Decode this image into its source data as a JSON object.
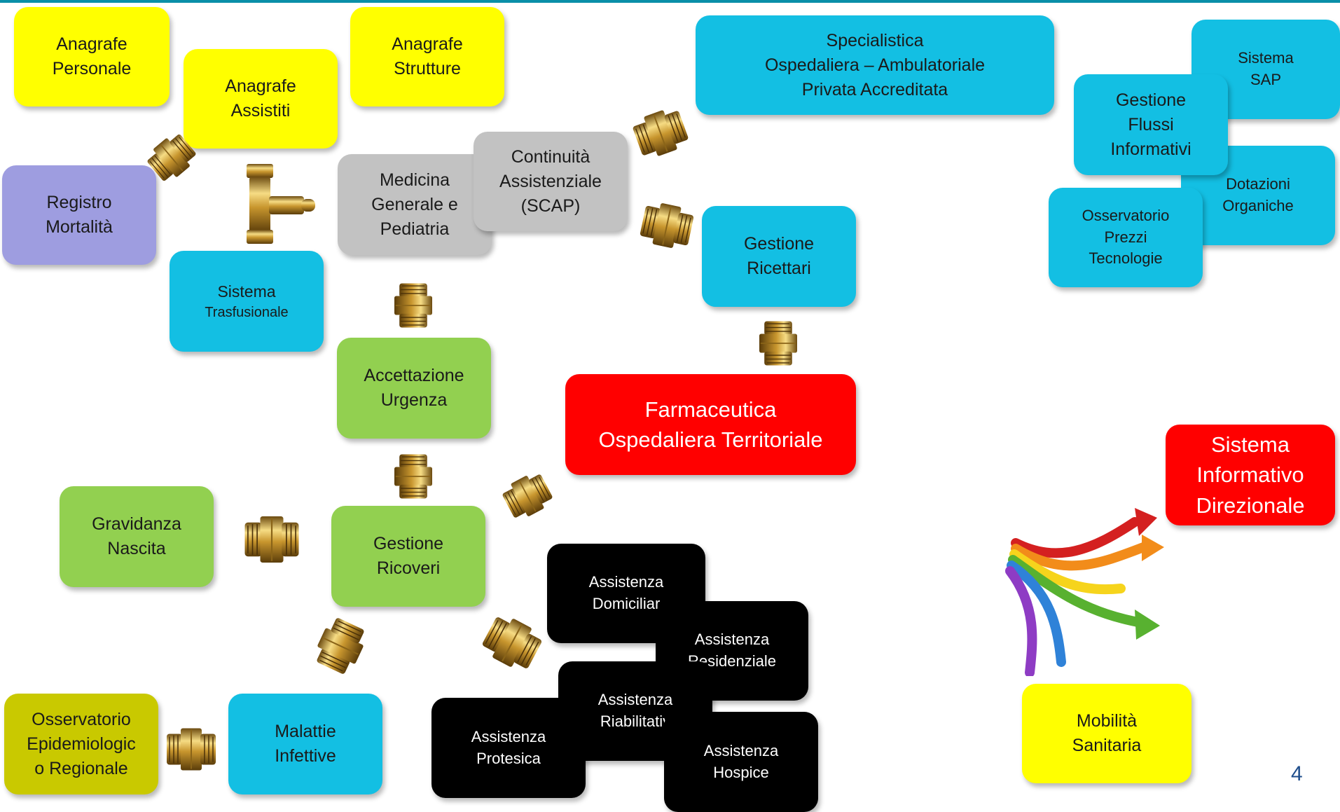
{
  "boxes": {
    "anagrafe_personale": "Anagrafe\nPersonale",
    "anagrafe_assistiti": "Anagrafe\nAssistiti",
    "anagrafe_strutture": "Anagrafe\nStrutture",
    "specialistica": "Specialistica\nOspedaliera – Ambulatoriale\nPrivata Accreditata",
    "sistema_sap": "Sistema\nSAP",
    "gestione_flussi": "Gestione\nFlussi\nInformativi",
    "dotazioni_organiche": "Dotazioni\nOrganiche",
    "osservatorio_prezzi": "Osservatorio\nPrezzi\nTecnologie",
    "registro_mortalita": "Registro\nMortalità",
    "medicina_generale": "Medicina\nGenerale e\nPediatria",
    "continuita_assistenziale": "Continuità\nAssistenziale\n(SCAP)",
    "gestione_ricettari": "Gestione\nRicettari",
    "sistema_trasfusionale_title": "Sistema",
    "sistema_trasfusionale_sub": "Trasfusionale",
    "accettazione_urgenza": "Accettazione\nUrgenza",
    "farmaceutica": "Farmaceutica\nOspedaliera Territoriale",
    "sistema_informativo": "Sistema\nInformativo\nDirezionale",
    "gravidanza_nascita": "Gravidanza\nNascita",
    "gestione_ricoveri": "Gestione\nRicoveri",
    "assistenza_domiciliare": "Assistenza\nDomiciliar",
    "assistenza_residenziale": "Assistenza\nResidenziale",
    "assistenza_riabilitativa": "Assistenza\nRiabilitativ",
    "assistenza_protesica": "Assistenza\nProtesica",
    "assistenza_hospice": "Assistenza\nHospice",
    "osservatorio_epidemiologico": "Osservatorio\nEpidemiologic\no Regionale",
    "malattie_infettive": "Malattie\nInfettive",
    "mobilita_sanitaria": "Mobilità\nSanitaria"
  },
  "page_number": "4",
  "colors": {
    "yellow": "#ffff00",
    "cyan": "#13bfe3",
    "gray": "#c2c2c2",
    "green": "#92d050",
    "purple": "#9e9de0",
    "red": "#ff0000",
    "black": "#000000",
    "olive": "#c9c900"
  },
  "icons": [
    "brass-fitting-icon",
    "brass-tee-fitting-icon",
    "colored-arrows-logo-icon"
  ]
}
